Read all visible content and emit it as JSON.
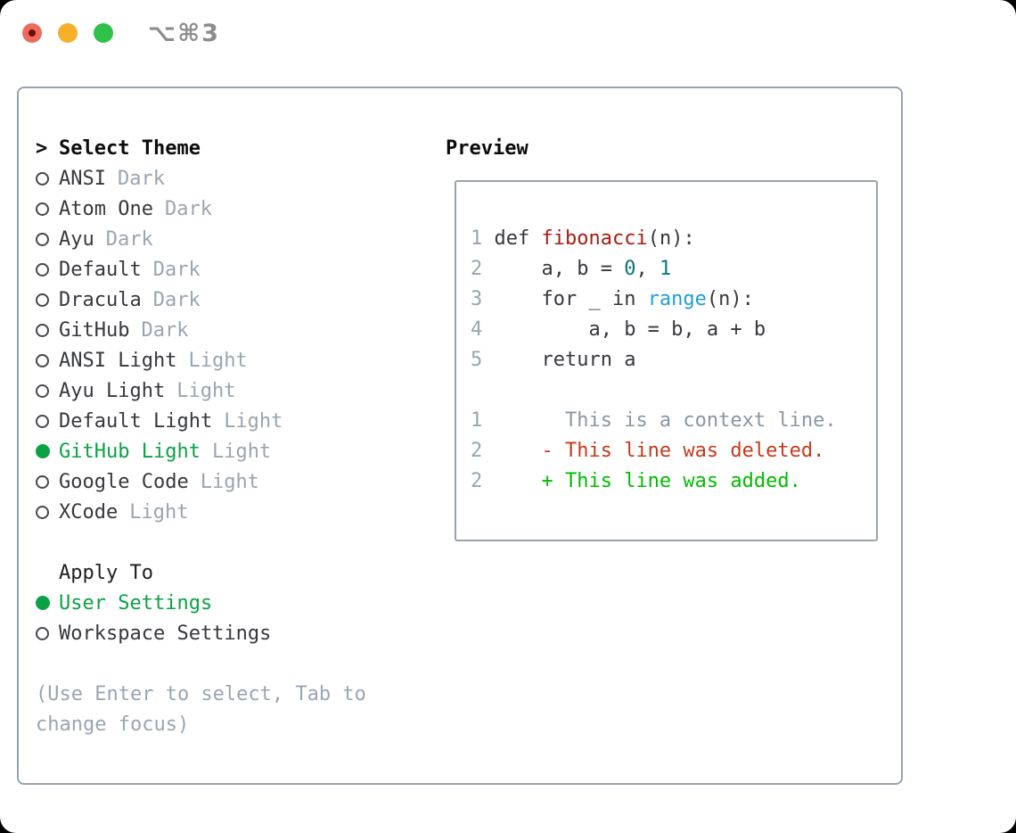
{
  "window": {
    "title": "⌥⌘3"
  },
  "icons": {
    "prompt": ">",
    "radio_unselected": "○",
    "radio_selected": "●"
  },
  "colors": {
    "panel_border": "#99a3ae",
    "text_primary": "#36383d",
    "text_heading": "#0b0c0e",
    "muted_gray": "#9aa5b1",
    "context_gray": "#8b96a2",
    "selected_green": "#0aa244",
    "added_green": "#00bd00",
    "deleted_red": "#c63a1c",
    "function_red": "#a81c12",
    "number_teal": "#0c757d",
    "builtin_blue": "#219fd5",
    "traffic_red": "#ee6a5e",
    "traffic_red_dot": "#6d0e02",
    "traffic_yellow": "#f6b02a",
    "traffic_green": "#2fc148",
    "title_gray": "#8d8d91"
  },
  "theme_panel": {
    "header": {
      "prompt": ">",
      "label": "Select Theme"
    },
    "themes": [
      {
        "name": "ANSI",
        "variant": "Dark",
        "selected": false
      },
      {
        "name": "Atom One",
        "variant": "Dark",
        "selected": false
      },
      {
        "name": "Ayu",
        "variant": "Dark",
        "selected": false
      },
      {
        "name": "Default",
        "variant": "Dark",
        "selected": false
      },
      {
        "name": "Dracula",
        "variant": "Dark",
        "selected": false
      },
      {
        "name": "GitHub",
        "variant": "Dark",
        "selected": false
      },
      {
        "name": "ANSI Light",
        "variant": "Light",
        "selected": false
      },
      {
        "name": "Ayu Light",
        "variant": "Light",
        "selected": false
      },
      {
        "name": "Default Light",
        "variant": "Light",
        "selected": false
      },
      {
        "name": "GitHub Light",
        "variant": "Light",
        "selected": true
      },
      {
        "name": "Google Code",
        "variant": "Light",
        "selected": false
      },
      {
        "name": "XCode",
        "variant": "Light",
        "selected": false
      }
    ],
    "apply_to": {
      "label": "Apply To",
      "options": [
        {
          "name": "User Settings",
          "selected": true
        },
        {
          "name": "Workspace Settings",
          "selected": false
        }
      ]
    },
    "hint_lines": [
      "(Use Enter to select, Tab to",
      "change focus)"
    ]
  },
  "preview": {
    "label": "Preview",
    "lines": [
      {
        "num": "1",
        "tokens": [
          {
            "t": "def ",
            "c": "code"
          },
          {
            "t": "fibonacci",
            "c": "func"
          },
          {
            "t": "(n):",
            "c": "code"
          }
        ]
      },
      {
        "num": "2",
        "tokens": [
          {
            "t": "    a, b = ",
            "c": "code"
          },
          {
            "t": "0",
            "c": "num"
          },
          {
            "t": ", ",
            "c": "code"
          },
          {
            "t": "1",
            "c": "num"
          }
        ]
      },
      {
        "num": "3",
        "tokens": [
          {
            "t": "    for _ in ",
            "c": "code"
          },
          {
            "t": "range",
            "c": "builtin"
          },
          {
            "t": "(n):",
            "c": "code"
          }
        ]
      },
      {
        "num": "4",
        "tokens": [
          {
            "t": "        a, b = b, a + b",
            "c": "code"
          }
        ]
      },
      {
        "num": "5",
        "tokens": [
          {
            "t": "    return a",
            "c": "code"
          }
        ]
      },
      {
        "num": "",
        "tokens": []
      },
      {
        "num": "1",
        "tokens": [
          {
            "t": "      This is a context line.",
            "c": "context"
          }
        ]
      },
      {
        "num": "2",
        "tokens": [
          {
            "t": "    - This line was deleted.",
            "c": "deleted"
          }
        ]
      },
      {
        "num": "2",
        "tokens": [
          {
            "t": "    + This line was added.",
            "c": "added"
          }
        ]
      }
    ]
  }
}
